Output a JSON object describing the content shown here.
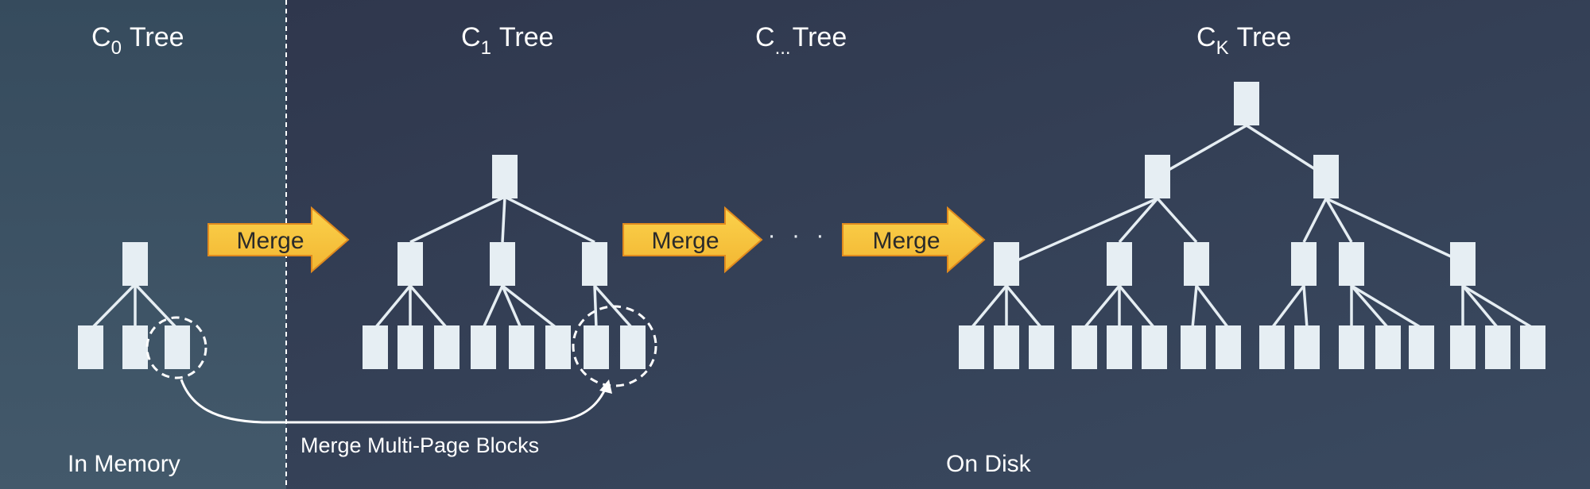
{
  "colors": {
    "background_memory": "#3e5566",
    "background_disk": "#2f3a4f",
    "node": "#e6eef3",
    "merge_arrow": "#f7c43f",
    "merge_arrow_border": "#e08a1e",
    "divider": "#ffffff"
  },
  "trees": {
    "c0": {
      "base": "C",
      "subscript": "0",
      "suffix": "Tree"
    },
    "c1": {
      "base": "C",
      "subscript": "1",
      "suffix": "Tree"
    },
    "cmid": {
      "base": "C",
      "subscript": "...",
      "suffix": "Tree"
    },
    "ck": {
      "base": "C",
      "subscript": "K",
      "suffix": "Tree"
    }
  },
  "arrows": {
    "merge1": "Merge",
    "merge2": "Merge",
    "merge3": "Merge",
    "ellipsis": "· · ·"
  },
  "labels": {
    "in_memory": "In Memory",
    "on_disk": "On Disk",
    "merge_blocks": "Merge Multi-Page Blocks"
  }
}
